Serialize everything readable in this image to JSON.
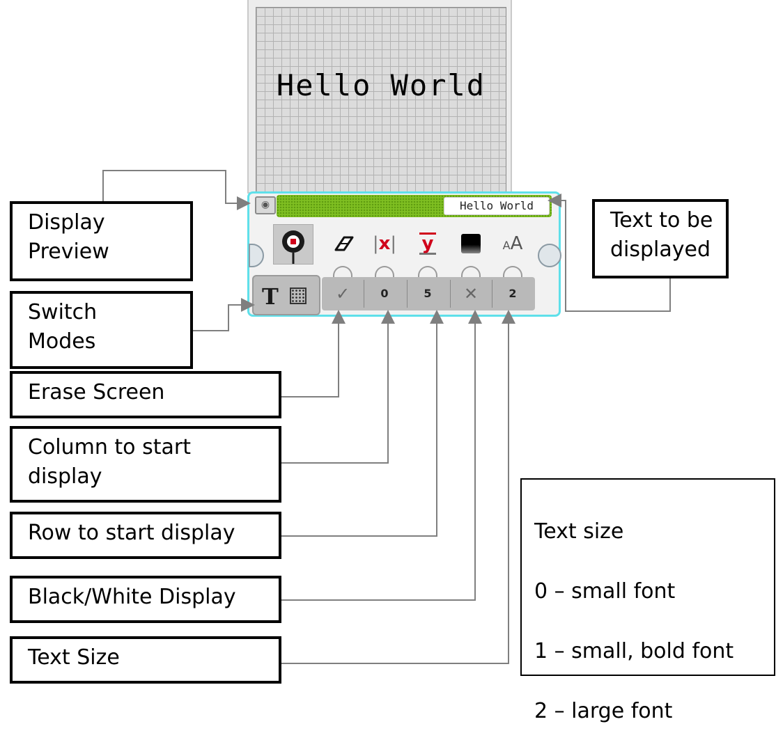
{
  "preview": {
    "text": "Hello World"
  },
  "block": {
    "text_value": "Hello World",
    "inputs": [
      {
        "id": "erase",
        "icon": "eraser-icon",
        "value": "✓"
      },
      {
        "id": "column",
        "icon": "x-column-icon",
        "value": "0"
      },
      {
        "id": "row",
        "icon": "y-row-icon",
        "value": "5"
      },
      {
        "id": "color",
        "icon": "black-white-icon",
        "value": "✕"
      },
      {
        "id": "size",
        "icon": "font-size-icon",
        "value": "2"
      }
    ],
    "icon_labels": {
      "x": "x",
      "y": "y",
      "font_small": "A",
      "font_large": "A"
    },
    "colors": {
      "accent": "#5fe0ea",
      "bar": "#7fbf22",
      "x_icon": "#d0021b",
      "y_icon": "#d0021b"
    }
  },
  "labels": {
    "display_preview": "Display\nPreview",
    "switch_modes": "Switch\nModes",
    "erase_screen": "Erase Screen",
    "column_start": "Column to start\ndisplay",
    "row_start": "Row to start display",
    "black_white": "Black/White  Display",
    "text_size": "Text Size",
    "text_to_display": "Text to be\ndisplayed"
  },
  "legend": {
    "title": "Text size",
    "items": [
      "0 – small font",
      "1 – small, bold font",
      "2 – large font"
    ]
  }
}
